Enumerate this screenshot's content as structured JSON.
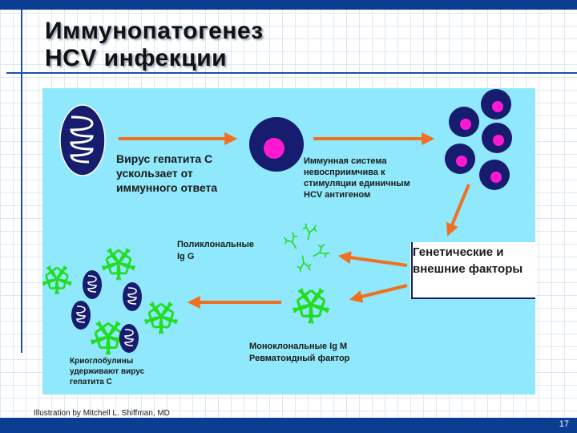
{
  "slide": {
    "title_line1": "Иммунопатогенез",
    "title_line2": "HCV  инфекции",
    "credit": "Illustration by Mitchell L. Shiffman, MD",
    "page_number": "17"
  },
  "diagram": {
    "virus_escape_text": [
      "Вирус гепатита С",
      "ускользает от",
      "иммунного ответа"
    ],
    "immune_system_text": [
      "Иммунная система",
      "невосприимчива к",
      "стимуляции единичным",
      "HCV антигеном"
    ],
    "genetic_factors_text": [
      "Генетические и",
      "внешние факторы"
    ],
    "polyclonal_text": [
      "Поликлональные",
      "Ig G"
    ],
    "monoclonal_text": [
      "Моноклональные Ig M",
      "Ревматоидный фактор"
    ],
    "cryoglobulins_text": [
      "Криоглобулины",
      "удерживают вирус",
      "гепатита С"
    ]
  },
  "colors": {
    "background": "#8fe8fb",
    "arrow": "#f07020",
    "virus": "#161c6e",
    "cell_nucleus": "#ff19d0",
    "antibody": "#22dd22",
    "slide_bars": "#0b3d91"
  }
}
